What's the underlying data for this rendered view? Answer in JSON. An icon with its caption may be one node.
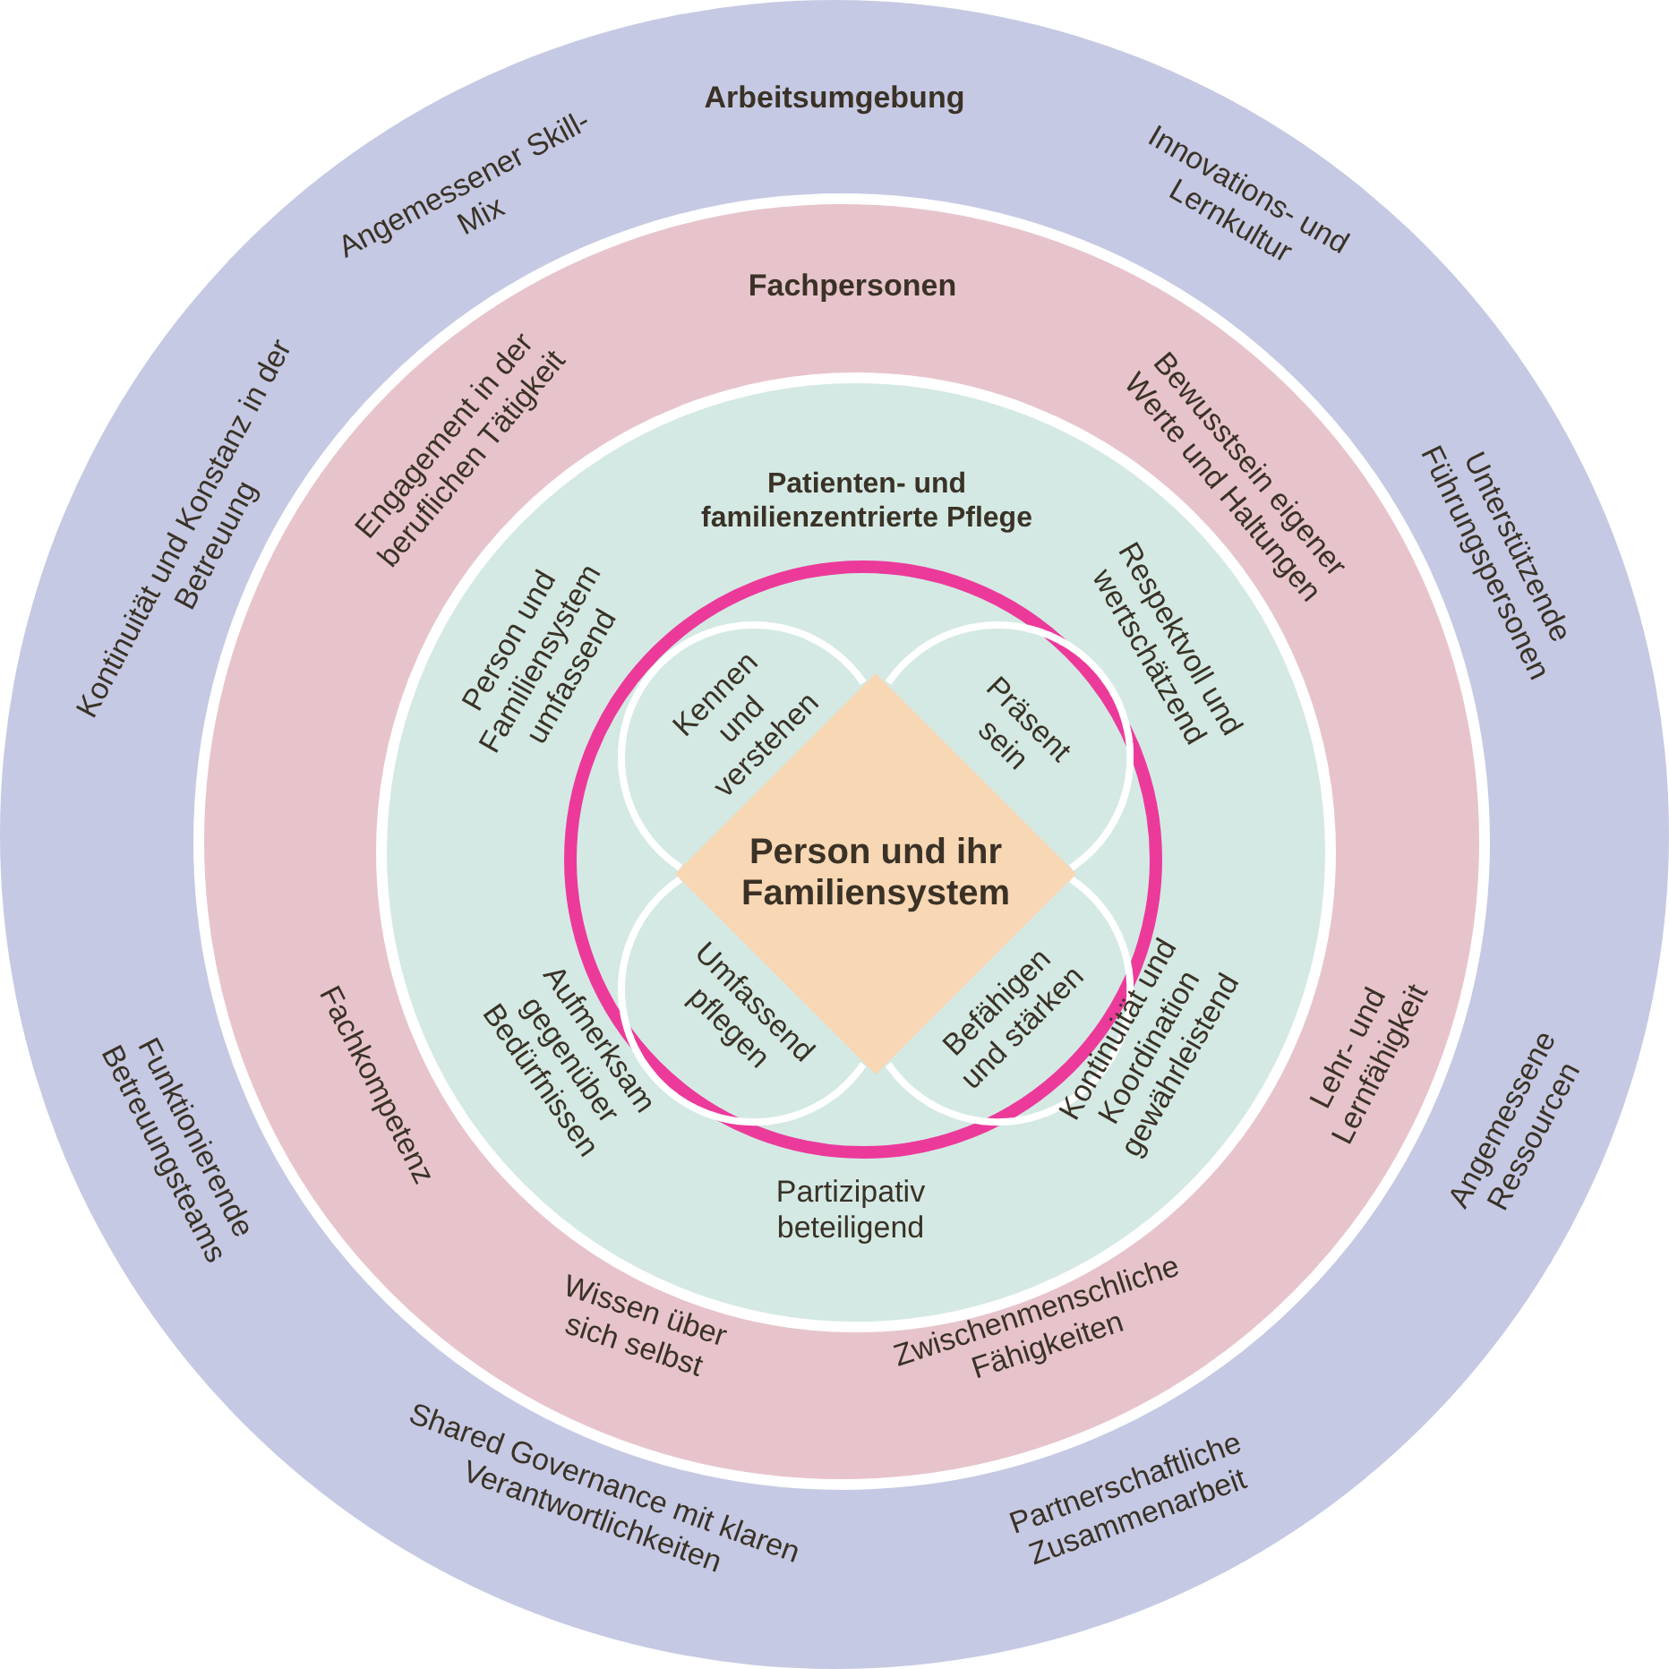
{
  "diagram": {
    "nodes": [
      {
        "text": [
          "Arbeitsumgebung"
        ]
      },
      {
        "text": [
          "Fachpersonen"
        ],
        "in": 0
      },
      {
        "text": [
          "Patienten- und familienzentrierte Pflege"
        ],
        "in": 1
      },
      {
        "text": [],
        "shape": "circle",
        "in": 2
      },
      {
        "text": [
          "Kennen und verstehen"
        ],
        "in": 3
      },
      {
        "text": [
          "Präsent sein"
        ],
        "in": 3
      },
      {
        "text": [
          "Umfassend pflegen"
        ],
        "in": 3
      },
      {
        "text": [
          "Befähigen und stärken"
        ],
        "in": 3
      },
      {
        "text": [
          "Person und ihr Familiensystem"
        ],
        "in": 3
      }
    ],
    "labels": [
      "Angemessener Skill-Mix",
      "Innovations- und Lernkultur",
      "Kontinuität und Konstanz in der Betreuung",
      "Unterstützende Führungspersonen",
      "Funktionierende Betreuungsteams",
      "Angemessene Ressourcen",
      "Shared Governance mit klaren Verantwortlichkeiten",
      "Partnerschaftliche Zusammenarbeit",
      "Engagement in der beruflichen Tätigkeit",
      "Bewusstsein eigener Werte und Haltungen",
      "Fachkompetenz",
      "Lehr- und Lernfähigkeit",
      "Wissen über sich selbst",
      "Zwischenmenschliche Fähigkeiten",
      "Person und Familiensystem umfassend",
      "Respektvoll und wertschätzend",
      "Aufmerksam gegenüber Bedürfnissen",
      "Kontinuität und Koordination gewährleistend",
      "Partizipativ beteiligend"
    ]
  }
}
